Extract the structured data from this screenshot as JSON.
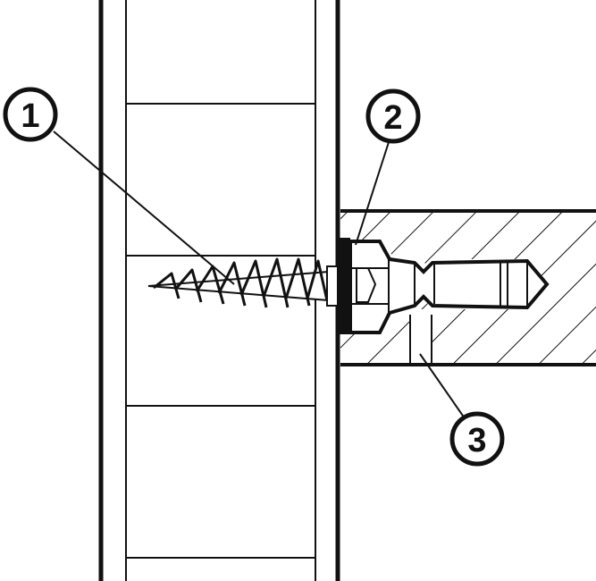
{
  "diagram": {
    "line_color": "#111111",
    "background": "#ffffff",
    "callouts": [
      {
        "id": "callout-1",
        "label": "1"
      },
      {
        "id": "callout-2",
        "label": "2"
      },
      {
        "id": "callout-3",
        "label": "3"
      }
    ]
  }
}
